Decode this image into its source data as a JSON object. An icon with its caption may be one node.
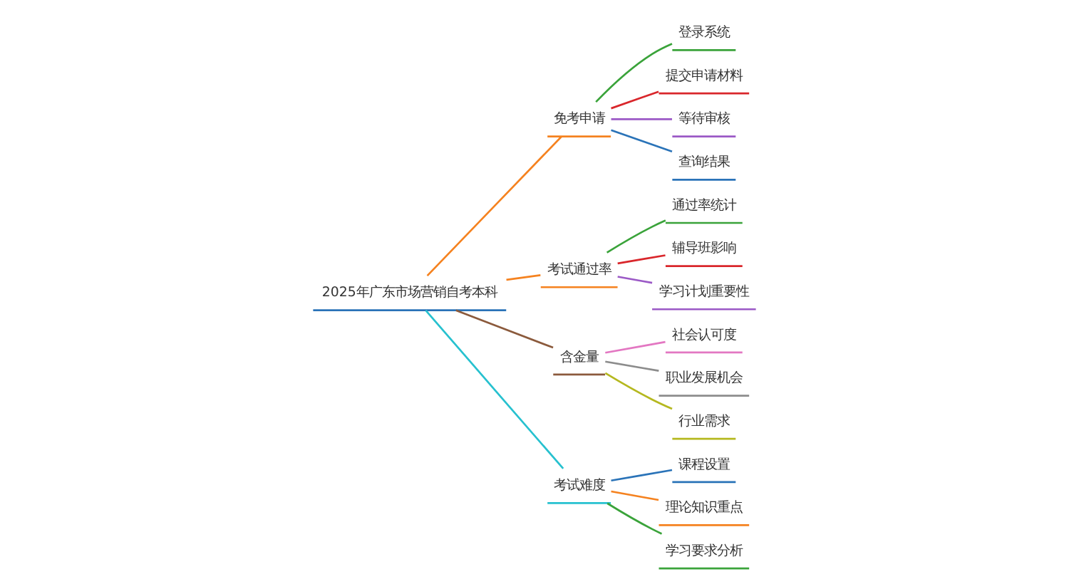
{
  "diagram": {
    "nodes": [
      {
        "text": [
          "2025年广东市场营销自考本科"
        ]
      },
      {
        "text": [
          "免考申请"
        ]
      },
      {
        "text": [
          "登录系统"
        ]
      },
      {
        "text": [
          "提交申请材料"
        ]
      },
      {
        "text": [
          "等待审核"
        ]
      },
      {
        "text": [
          "查询结果"
        ]
      },
      {
        "text": [
          "考试通过率"
        ]
      },
      {
        "text": [
          "通过率统计"
        ]
      },
      {
        "text": [
          "辅导班影响"
        ]
      },
      {
        "text": [
          "学习计划重要性"
        ]
      },
      {
        "text": [
          "含金量"
        ]
      },
      {
        "text": [
          "社会认可度"
        ]
      },
      {
        "text": [
          "职业发展机会"
        ]
      },
      {
        "text": [
          "行业需求"
        ]
      },
      {
        "text": [
          "考试难度"
        ]
      },
      {
        "text": [
          "课程设置"
        ]
      },
      {
        "text": [
          "理论知识重点"
        ]
      },
      {
        "text": [
          "学习要求分析"
        ]
      }
    ],
    "edges": [
      {
        "from": 0,
        "to": 1,
        "arrow": "none",
        "color": "#f5821f"
      },
      {
        "from": 1,
        "to": 2,
        "arrow": "none",
        "color": "#3aa33a"
      },
      {
        "from": 1,
        "to": 3,
        "arrow": "none",
        "color": "#d9262b"
      },
      {
        "from": 1,
        "to": 4,
        "arrow": "none",
        "color": "#9b59c6"
      },
      {
        "from": 1,
        "to": 5,
        "arrow": "none",
        "color": "#2a73b8"
      },
      {
        "from": 0,
        "to": 6,
        "arrow": "none",
        "color": "#f5821f"
      },
      {
        "from": 6,
        "to": 7,
        "arrow": "none",
        "color": "#3aa33a"
      },
      {
        "from": 6,
        "to": 8,
        "arrow": "none",
        "color": "#d9262b"
      },
      {
        "from": 6,
        "to": 9,
        "arrow": "none",
        "color": "#9b59c6"
      },
      {
        "from": 0,
        "to": 10,
        "arrow": "none",
        "color": "#8b5a3c"
      },
      {
        "from": 10,
        "to": 11,
        "arrow": "none",
        "color": "#e377c2"
      },
      {
        "from": 10,
        "to": 12,
        "arrow": "none",
        "color": "#8c8c8c"
      },
      {
        "from": 10,
        "to": 13,
        "arrow": "none",
        "color": "#b5b81f"
      },
      {
        "from": 0,
        "to": 14,
        "arrow": "none",
        "color": "#27c1cf"
      },
      {
        "from": 14,
        "to": 15,
        "arrow": "none",
        "color": "#2a73b8"
      },
      {
        "from": 14,
        "to": 16,
        "arrow": "none",
        "color": "#f5821f"
      },
      {
        "from": 14,
        "to": 17,
        "arrow": "none",
        "color": "#3aa33a"
      }
    ]
  }
}
